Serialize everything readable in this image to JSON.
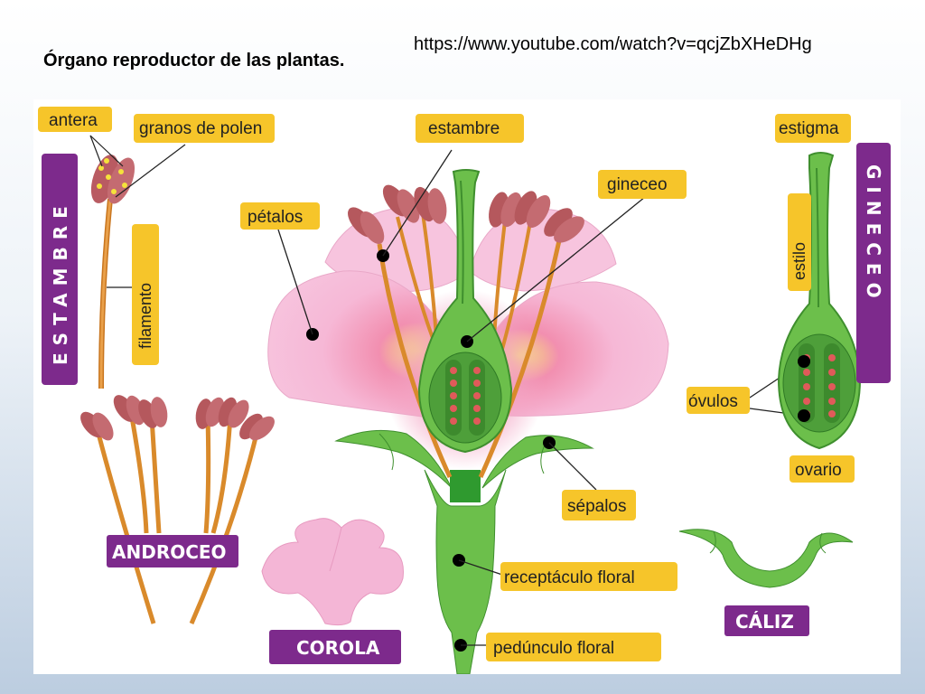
{
  "slide": {
    "title": "Órgano reproductor de las plantas.",
    "url": "https://www.youtube.com/watch?v=qcjZbXHeDHg"
  },
  "labels": {
    "antera": "antera",
    "granos_de_polen": "granos de polen",
    "estambre_vertical": "ESTAMBRE",
    "filamento": "filamento",
    "estambre": "estambre",
    "petalos": "pétalos",
    "gineceo": "gineceo",
    "estigma": "estigma",
    "gineceo_vertical": "GINECEO",
    "estilo": "estilo",
    "ovulos": "óvulos",
    "ovario": "ovario",
    "sepalos": "sépalos",
    "receptaculo_floral": "receptáculo floral",
    "pedunculo_floral": "pedúnculo  floral",
    "androceo": "ANDROCEO",
    "corola": "COROLA",
    "caliz": "CÁLIZ"
  },
  "colors": {
    "label_yellow": "#f6c52a",
    "purple": "#7d2a8c",
    "petal_pink": "#f4b6d6",
    "green": "#6cbf4b",
    "dark_green": "#3f8f2e",
    "filament": "#d98a2b",
    "anther": "#b5585d"
  }
}
